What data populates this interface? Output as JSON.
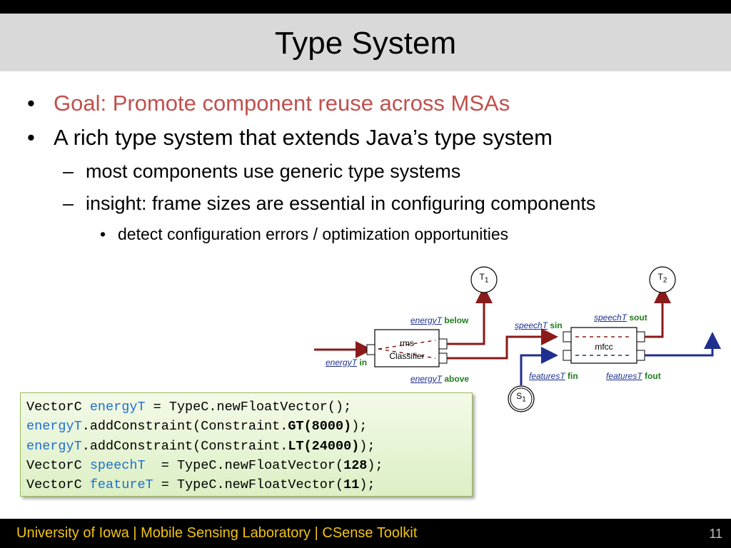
{
  "slide": {
    "title": "Type System",
    "bullets": [
      {
        "marker": "•",
        "text": "Goal: Promote component reuse across MSAs"
      },
      {
        "marker": "•",
        "text": "A rich type system that extends Java’s type system"
      },
      {
        "marker": "–",
        "text": "most components use generic type systems"
      },
      {
        "marker": "–",
        "text": "insight: frame sizes are essential in configuring components"
      },
      {
        "marker": "•",
        "text": "detect configuration errors / optimization opportunities"
      }
    ],
    "colors": {
      "goal": "#c0504d",
      "footer_text": "#f2c314",
      "type_name": "#1f6fd0",
      "port_name": "#1e7d1e",
      "dark_red_wire": "#8b1a1a",
      "blue_wire": "#1f2f8f"
    }
  },
  "code": {
    "line1": {
      "a": "VectorC ",
      "ty": "energyT",
      "b": " = TypeC.newFloatVector();"
    },
    "line2": {
      "ty": "energyT",
      "a": ".addConstraint(Constraint.",
      "bold": "GT(8000)",
      "b": ");"
    },
    "line3": {
      "ty": "energyT",
      "a": ".addConstraint(Constraint.",
      "bold": "LT(24000)",
      "b": ");"
    },
    "line4": {
      "a": "VectorC ",
      "ty": "speechT",
      "mid": "  = TypeC.newFloatVector(",
      "bold": "128",
      "b": ");"
    },
    "line5": {
      "a": "VectorC ",
      "ty": "featureT",
      "mid": " = TypeC.newFloatVector(",
      "bold": "11",
      "b": ");"
    }
  },
  "diagram": {
    "rms_label": "rms",
    "classifier_label": "Classifier",
    "mfcc_label": "mfcc",
    "t1": {
      "base": "T",
      "sub": "1"
    },
    "t2": {
      "base": "T",
      "sub": "2"
    },
    "s1": {
      "base": "S",
      "sub": "1"
    },
    "ports": {
      "below": {
        "type": "energyT",
        "port": "below"
      },
      "in": {
        "type": "energyT",
        "port": "in"
      },
      "above": {
        "type": "energyT",
        "port": "above"
      },
      "sin": {
        "type": "speechT",
        "port": "sin"
      },
      "sout": {
        "type": "speechT",
        "port": "sout"
      },
      "fin": {
        "type": "featuresT",
        "port": "fin"
      },
      "fout": {
        "type": "featuresT",
        "port": "fout"
      }
    }
  },
  "footer": {
    "text": "University of Iowa | Mobile Sensing Laboratory | CSense Toolkit",
    "page": "11"
  }
}
